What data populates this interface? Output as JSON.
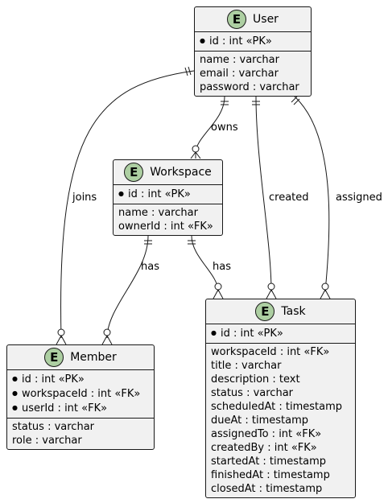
{
  "entities": {
    "user": {
      "name": "User",
      "badge": "E",
      "keys": [
        "id : int «PK»"
      ],
      "attrs": [
        "name : varchar",
        "email : varchar",
        "password : varchar"
      ]
    },
    "workspace": {
      "name": "Workspace",
      "badge": "E",
      "keys": [
        "id : int «PK»"
      ],
      "attrs": [
        "name : varchar",
        "ownerId : int «FK»"
      ]
    },
    "task": {
      "name": "Task",
      "badge": "E",
      "keys": [
        "id : int «PK»"
      ],
      "attrs": [
        "workspaceId : int «FK»",
        "title : varchar",
        "description : text",
        "status : varchar",
        "scheduledAt : timestamp",
        "dueAt : timestamp",
        "assignedTo : int «FK»",
        "createdBy : int «FK»",
        "startedAt : timestamp",
        "finishedAt : timestamp",
        "closedAt : timestamp"
      ]
    },
    "member": {
      "name": "Member",
      "badge": "E",
      "keys": [
        "id : int «PK»",
        "workspaceId : int «FK»",
        "userId : int «FK»"
      ],
      "attrs": [
        "status : varchar",
        "role : varchar"
      ]
    }
  },
  "relations": {
    "owns": "owns",
    "joins": "joins",
    "created": "created",
    "assigned": "assigned",
    "has_member": "has",
    "has_task": "has"
  }
}
